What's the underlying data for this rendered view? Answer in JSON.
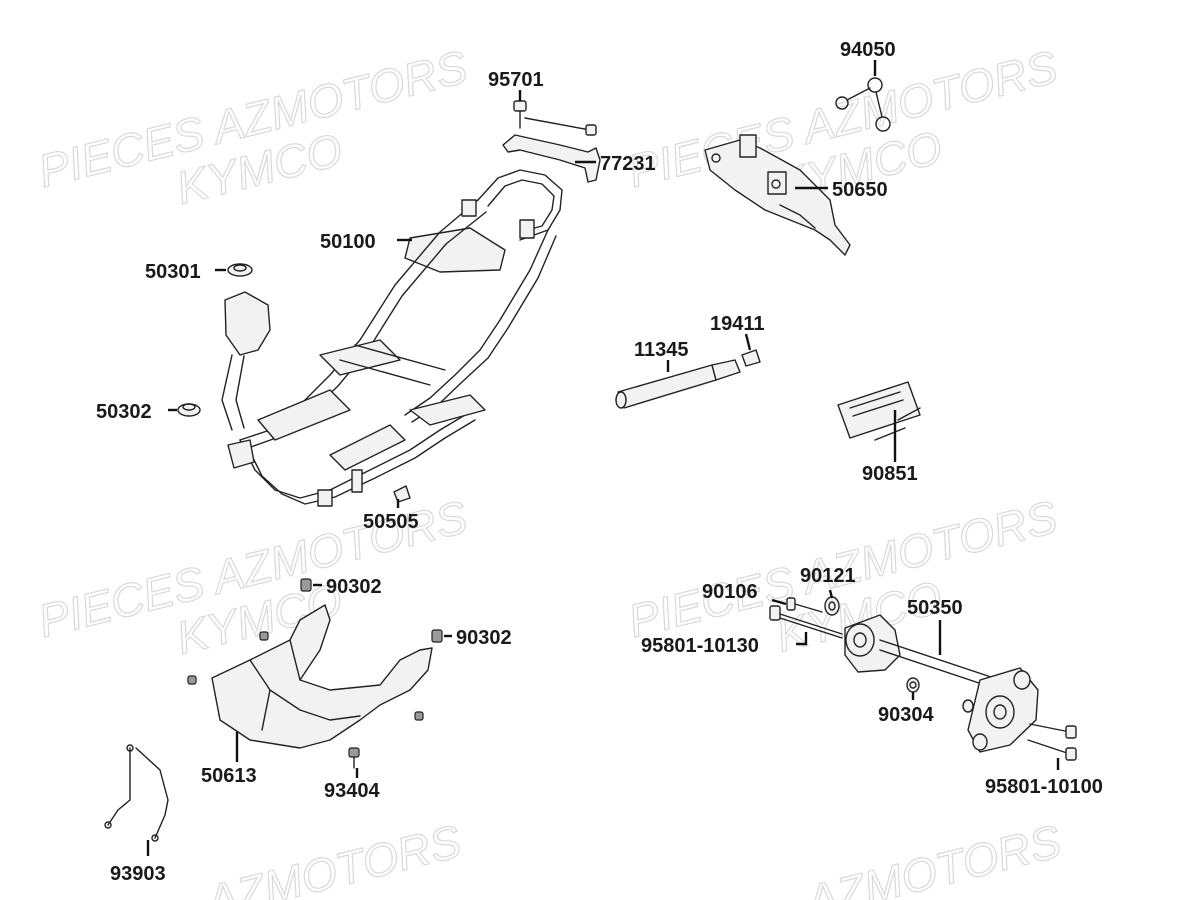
{
  "watermarks": [
    {
      "line1": "PIECES AZMOTORS",
      "line2": "KYMCO"
    },
    {
      "line1": "PIECES AZMOTORS",
      "line2": "KYMCO"
    },
    {
      "line1": "PIECES AZMOTORS",
      "line2": "KYMCO"
    },
    {
      "line1": "PIECES AZMOTORS",
      "line2": "KYMCO"
    },
    {
      "line1": "AZMOTORS"
    },
    {
      "line1": "AZMOTORS"
    }
  ],
  "parts": {
    "p95701": "95701",
    "p77231": "77231",
    "p94050": "94050",
    "p50650": "50650",
    "p50100": "50100",
    "p50301": "50301",
    "p50302": "50302",
    "p50505": "50505",
    "p11345": "11345",
    "p19411": "19411",
    "p90851": "90851",
    "p90302a": "90302",
    "p90302b": "90302",
    "p50613": "50613",
    "p93404": "93404",
    "p93903": "93903",
    "p90106": "90106",
    "p90121": "90121",
    "p50350": "50350",
    "p9580110130": "95801-10130",
    "p90304": "90304",
    "p9580110100": "95801-10100"
  }
}
